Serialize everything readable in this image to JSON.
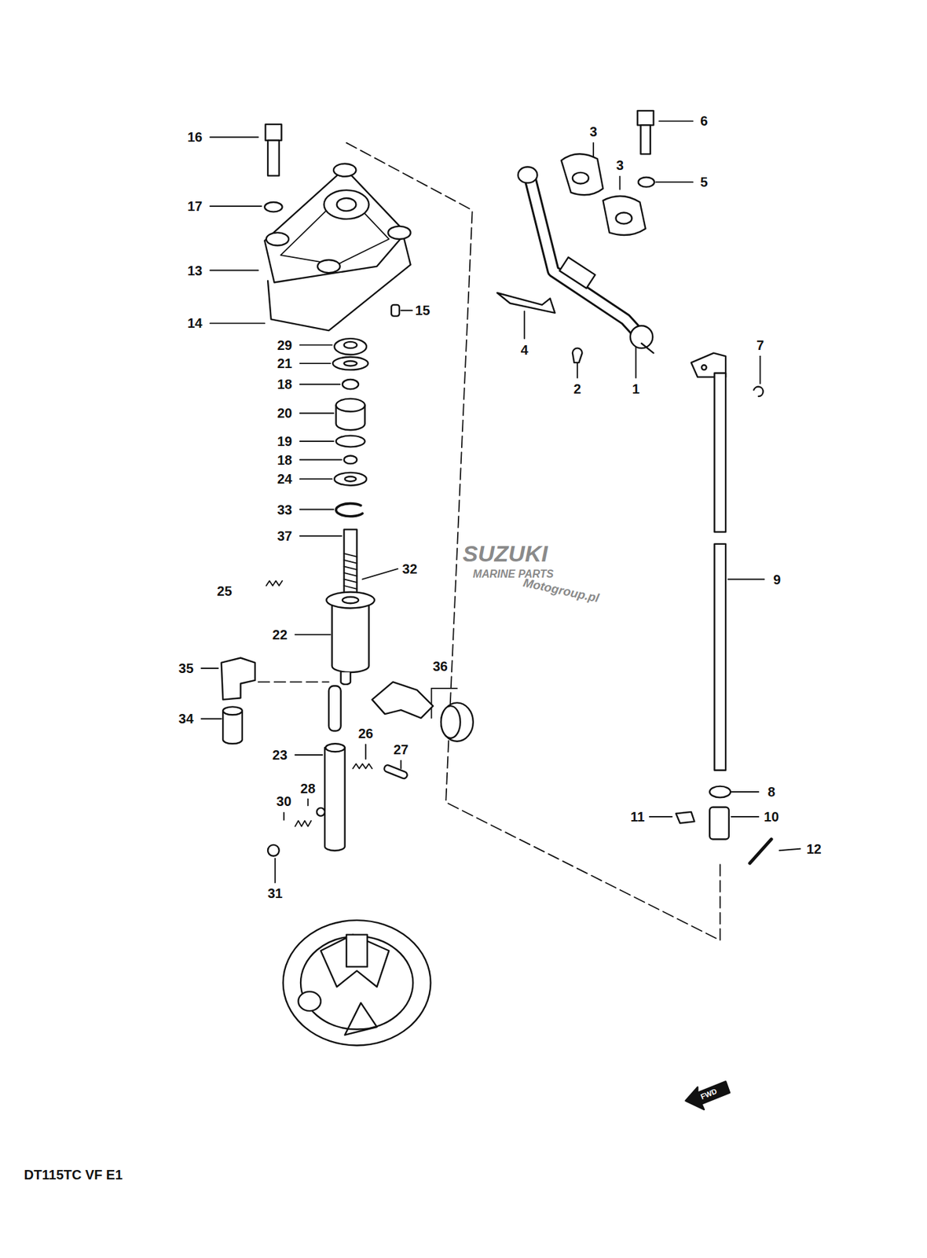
{
  "diagram": {
    "caption": "DT115TC VF E1",
    "labels": [
      "16",
      "3",
      "6",
      "3",
      "17",
      "5",
      "13",
      "14",
      "15",
      "29",
      "4",
      "2",
      "1",
      "7",
      "21",
      "18",
      "20",
      "19",
      "18",
      "24",
      "33",
      "37",
      "SUZUKI",
      "MARINE PARTS",
      "Motogroup.pl",
      "32",
      "9",
      "25",
      "22",
      "36",
      "35",
      "34",
      "26",
      "27",
      "23",
      "28",
      "8",
      "30",
      "11",
      "10",
      "12",
      "31",
      "FWD"
    ]
  }
}
